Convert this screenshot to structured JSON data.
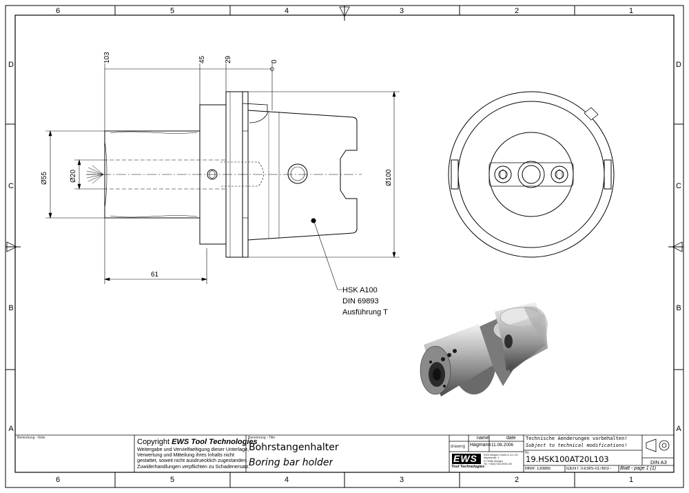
{
  "frame": {
    "col_labels": [
      "6",
      "5",
      "4",
      "3",
      "2",
      "1"
    ],
    "row_labels": [
      "D",
      "C",
      "B",
      "A"
    ]
  },
  "dimensions": {
    "d103": "103",
    "d45": "45",
    "d29": "29",
    "d0": "0",
    "d55": "Ø55",
    "d20": "Ø20",
    "d100": "Ø100",
    "d61": "61"
  },
  "annotation": {
    "line1": "HSK A100",
    "line2": "DIN 69893",
    "line3": "Ausführung T"
  },
  "titleblock": {
    "note_label": "Bemerkung - Note",
    "copyright_prefix": "Copyright ",
    "copyright_brand": "EWS Tool Technologies",
    "copyright_lines": [
      "Weitergabe und Vervielfaeltigung dieser Unterlage,",
      "Verwertung und Mitteilung ihres Inhalts nicht",
      "gestattet, soweit nicht ausdruecklich zugestanden.",
      "Zuwiderhandlungen verpflichten zu Schadenersatz."
    ],
    "title_label": "Benennung - Title",
    "title_de": "Bohrstangenhalter",
    "title_en": "Boring bar holder",
    "name_header": "name",
    "date_header": "date",
    "drawing_label": "drawing",
    "drawing_name": "Hagmann",
    "drawing_date": "11.08.2006",
    "logo_text": "EWS",
    "logo_sub": "Tool Technologies",
    "company_lines": [
      "EWS Weigele GmbH & Co. KG",
      "Maybachstr. 1",
      "D-73066 Uhingen",
      "Tel. +49(0)7161/3930-100"
    ],
    "notice_de": "Technische Aenderungen vorbehalten!",
    "notice_en": "Subject to technical modifications!",
    "nr_label": "Nr.",
    "part_number": "19.HSK100AT20L103",
    "mnr": "MNR: 130885",
    "ident": "IDENT: 0-EWS-017603 -",
    "blatt": "Blatt - page  1 (1)",
    "din": "DIN A3"
  }
}
